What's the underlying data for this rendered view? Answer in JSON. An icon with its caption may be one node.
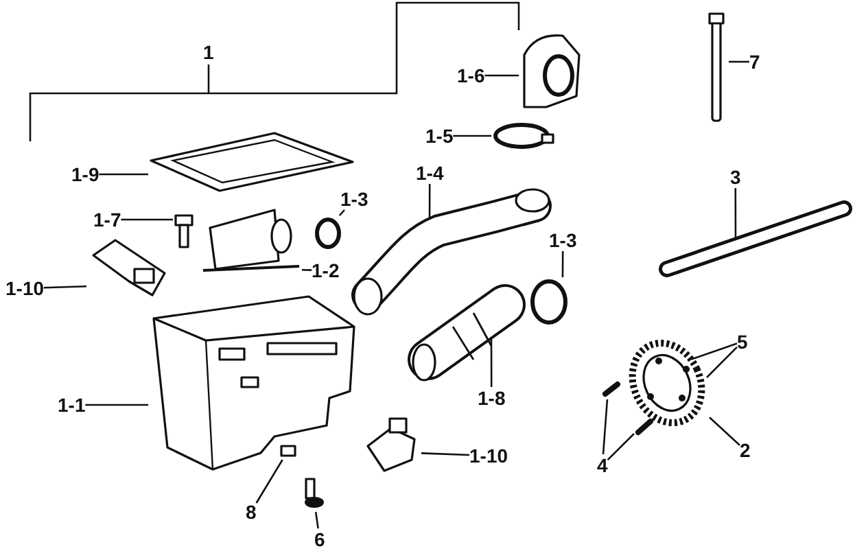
{
  "diagram": {
    "nodes": [
      {
        "text": [
          "1-9"
        ]
      },
      {
        "text": [
          "1-7"
        ]
      },
      {
        "text": [
          "1-3"
        ]
      },
      {
        "text": [
          "1-2"
        ]
      },
      {
        "text": [
          "1-10"
        ]
      },
      {
        "text": [
          "1-1"
        ]
      },
      {
        "text": [
          "1-6"
        ]
      },
      {
        "text": [
          "1-5"
        ]
      },
      {
        "text": [
          "1-4"
        ]
      },
      {
        "text": [
          "1-3"
        ]
      },
      {
        "text": [
          "1-8"
        ]
      },
      {
        "text": [
          "1-10"
        ]
      },
      {
        "text": [
          "7"
        ]
      },
      {
        "text": [
          "3"
        ]
      },
      {
        "text": [
          "5"
        ]
      },
      {
        "text": [
          "2"
        ]
      },
      {
        "text": [
          "4"
        ]
      },
      {
        "text": [
          "8"
        ]
      },
      {
        "text": [
          "6"
        ]
      },
      {
        "text": [],
        "shape": "picture"
      },
      {
        "text": [],
        "shape": "picture"
      },
      {
        "text": [],
        "shape": "picture"
      },
      {
        "text": [],
        "shape": "circle"
      },
      {
        "text": [],
        "shape": "picture"
      },
      {
        "text": [],
        "shape": "picture"
      },
      {
        "text": [],
        "shape": "picture"
      },
      {
        "text": [],
        "shape": "circle"
      },
      {
        "text": [],
        "shape": "picture"
      },
      {
        "text": [],
        "shape": "circle"
      },
      {
        "text": [],
        "shape": "picture"
      },
      {
        "text": [],
        "shape": "picture"
      },
      {
        "text": [],
        "shape": "bar"
      },
      {
        "text": [],
        "shape": "picture"
      },
      {
        "text": [],
        "shape": "picture"
      },
      {
        "text": [],
        "shape": "picture"
      },
      {
        "text": [],
        "shape": "picture"
      },
      {
        "text": [],
        "shape": "box"
      },
      {
        "text": [],
        "shape": "picture"
      }
    ],
    "edges": [
      {
        "from": 0,
        "to": 19,
        "arrow": "none"
      },
      {
        "from": 1,
        "to": 21,
        "arrow": "none"
      },
      {
        "from": 2,
        "to": 22,
        "arrow": "none"
      },
      {
        "from": 3,
        "to": 20,
        "arrow": "none"
      },
      {
        "from": 4,
        "to": 23,
        "arrow": "none"
      },
      {
        "from": 5,
        "to": 24,
        "arrow": "none"
      },
      {
        "from": 6,
        "to": 25,
        "arrow": "none"
      },
      {
        "from": 7,
        "to": 26,
        "arrow": "none"
      },
      {
        "from": 8,
        "to": 27,
        "arrow": "none"
      },
      {
        "from": 9,
        "to": 28,
        "arrow": "none"
      },
      {
        "from": 10,
        "to": 29,
        "arrow": "none"
      },
      {
        "from": 11,
        "to": 30,
        "arrow": "none"
      },
      {
        "from": 12,
        "to": 31,
        "arrow": "none"
      },
      {
        "from": 13,
        "to": 32,
        "arrow": "none"
      },
      {
        "from": 14,
        "to": 33,
        "arrow": "none"
      },
      {
        "from": 14,
        "to": 33,
        "arrow": "none"
      },
      {
        "from": 15,
        "to": 33,
        "arrow": "none"
      },
      {
        "from": 16,
        "to": 34,
        "arrow": "none"
      },
      {
        "from": 16,
        "to": 35,
        "arrow": "none"
      },
      {
        "from": 17,
        "to": 36,
        "arrow": "none"
      },
      {
        "from": 18,
        "to": 37,
        "arrow": "none"
      }
    ],
    "labels": [
      "1"
    ]
  }
}
